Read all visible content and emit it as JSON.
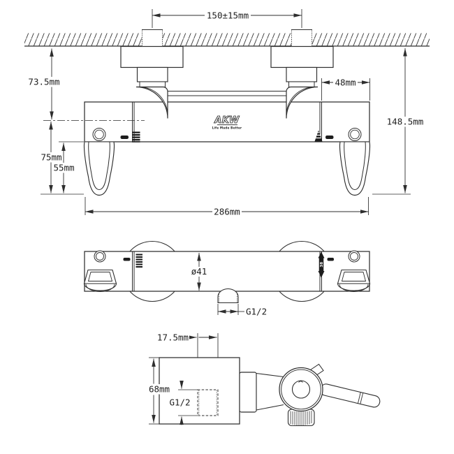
{
  "colors": {
    "line": "#2e2e2e",
    "text": "#1e1e1e",
    "background": "#ffffff"
  },
  "logo": {
    "name": "AKW",
    "tagline": "Life Made Better"
  },
  "front_view": {
    "inlet_spacing": "150±15mm",
    "wall_to_centerline": "73.5mm",
    "valve_end_width": "48mm",
    "overall_drop": "148.5mm",
    "centerline_to_handle_tip": "75mm",
    "handle_length": "55mm",
    "overall_width": "286mm"
  },
  "plan_view": {
    "body_diameter": "ø41",
    "outlet_thread": "G1/2",
    "temperature_setting": "38"
  },
  "side_view": {
    "bracket_depth": "17.5mm",
    "bracket_height": "68mm",
    "inlet_thread": "G1/2"
  }
}
